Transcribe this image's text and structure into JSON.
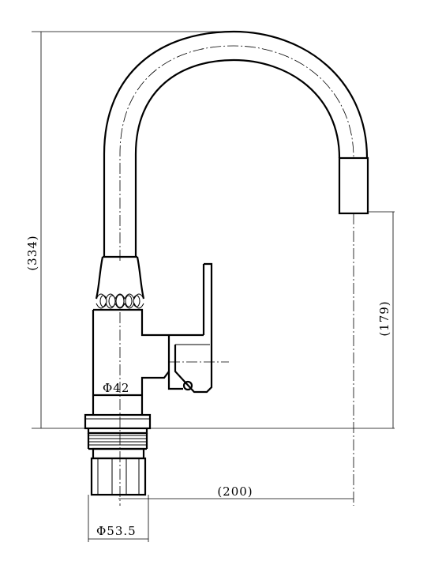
{
  "drawing": {
    "subject": "faucet",
    "dimensions": {
      "total_height": "(334)",
      "spout_height": "(179)",
      "spout_reach": "(200)",
      "body_diameter": "Φ42",
      "base_diameter": "Φ53.5"
    }
  }
}
